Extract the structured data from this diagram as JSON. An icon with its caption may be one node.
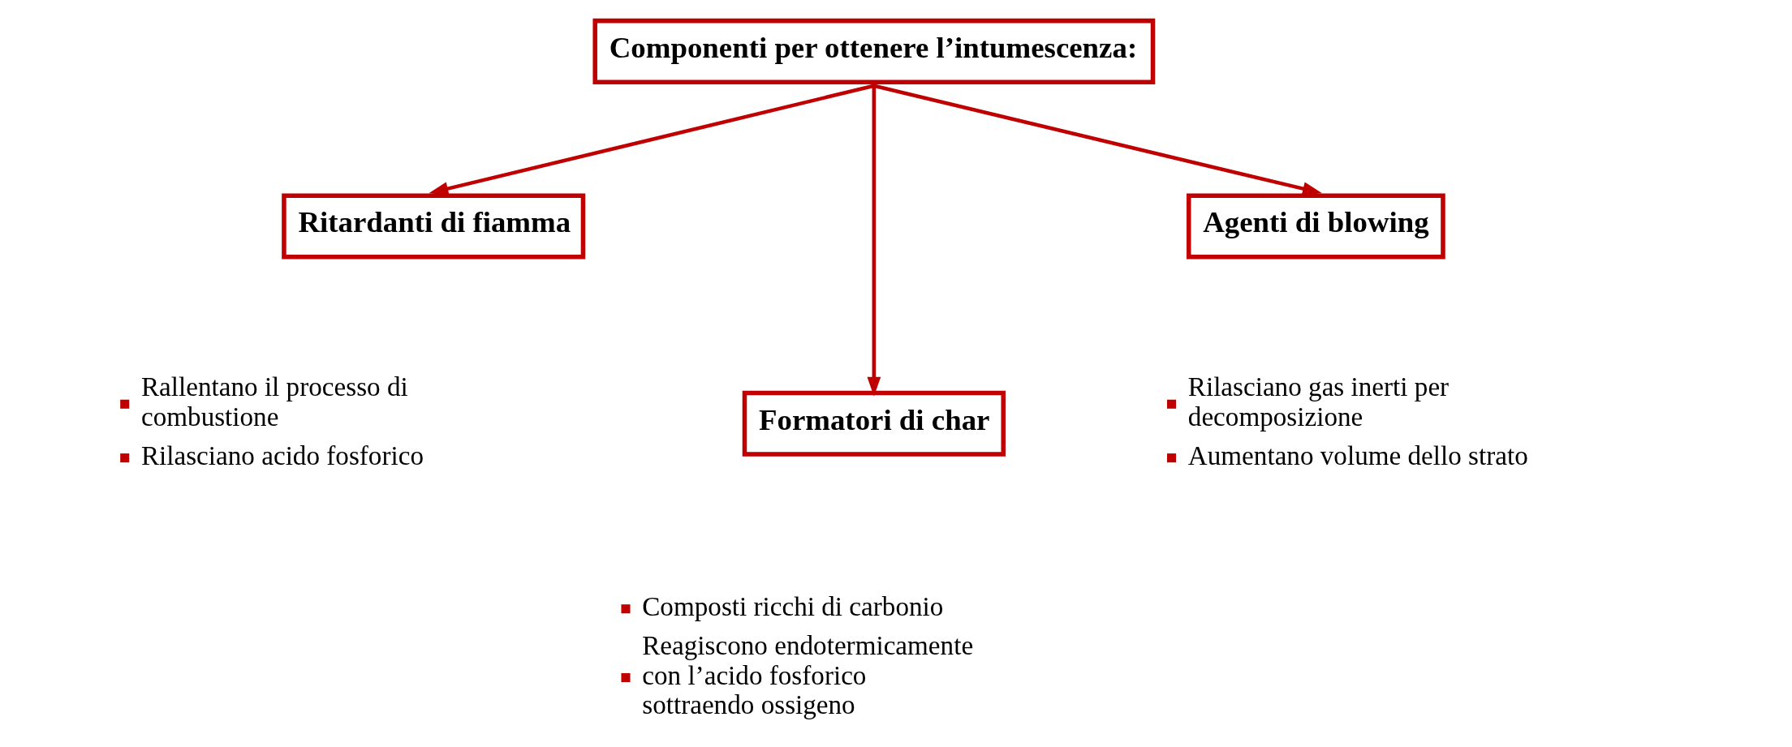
{
  "diagram": {
    "nodes": [
      {
        "text": [
          "Componenti per ottenere l’intumescenza:"
        ]
      },
      {
        "text": [
          "Ritardanti di fiamma"
        ],
        "beside": [
          "Rallentano il processo di combustione",
          "Rilasciano acido fosforico"
        ]
      },
      {
        "text": [
          "Agenti di blowing"
        ],
        "beside": [
          "Rilasciano gas inerti per decomposizione",
          "Aumentano volume dello strato"
        ]
      },
      {
        "text": [
          "Formatori di char"
        ],
        "beside": [
          "Composti ricchi di carbonio",
          "Reagiscono endotermicamente con l’acido fosforico sottraendo ossigeno"
        ]
      }
    ],
    "edges": [
      {
        "from": 0,
        "to": 1,
        "arrow": "to"
      },
      {
        "from": 0,
        "to": 3,
        "arrow": "to"
      },
      {
        "from": 0,
        "to": 2,
        "arrow": "to"
      }
    ]
  }
}
